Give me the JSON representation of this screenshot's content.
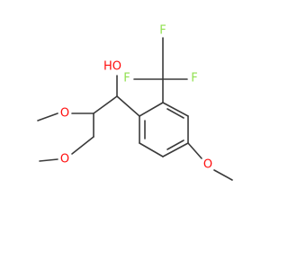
{
  "molecule": {
    "labels": {
      "ho": "HO",
      "o_upper": "O",
      "o_lower": "O",
      "o_ring": "O",
      "f1": "F",
      "f2": "F",
      "f3": "F"
    },
    "colors": {
      "bond": "#3a3a3a",
      "oxygen": "#ff0d0d",
      "fluorine": "#90e050",
      "background": "#ffffff"
    }
  }
}
